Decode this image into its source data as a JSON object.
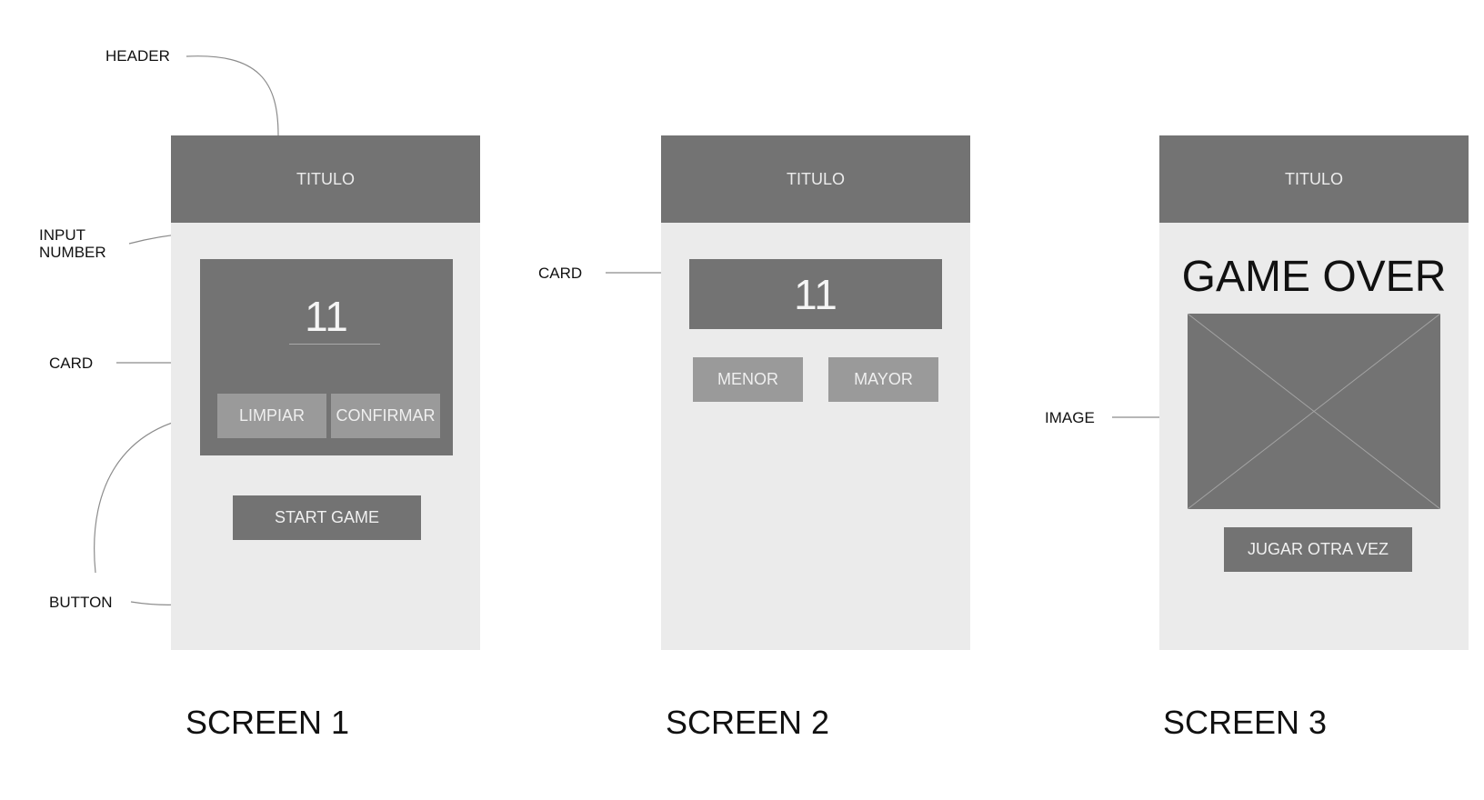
{
  "annotations": {
    "header": "HEADER",
    "input_number_line1": "INPUT",
    "input_number_line2": "NUMBER",
    "card_screen1": "CARD",
    "button": "BUTTON",
    "card_screen2": "CARD",
    "image": "IMAGE"
  },
  "screen1": {
    "title": "TITULO",
    "input_value": "11",
    "clear_button": "LIMPIAR",
    "confirm_button": "CONFIRMAR",
    "start_button": "START GAME",
    "label": "SCREEN 1"
  },
  "screen2": {
    "title": "TITULO",
    "number": "11",
    "lower_button": "MENOR",
    "higher_button": "MAYOR",
    "label": "SCREEN 2"
  },
  "screen3": {
    "title": "TITULO",
    "game_over": "GAME OVER",
    "image_icon": "image-placeholder-icon",
    "play_again_button": "JUGAR OTRA VEZ",
    "label": "SCREEN 3"
  },
  "colors": {
    "header": "#737373",
    "screen_bg": "#ebebeb",
    "card": "#737373",
    "button": "#9a9a9a",
    "leader_line": "#8c8c8c"
  }
}
